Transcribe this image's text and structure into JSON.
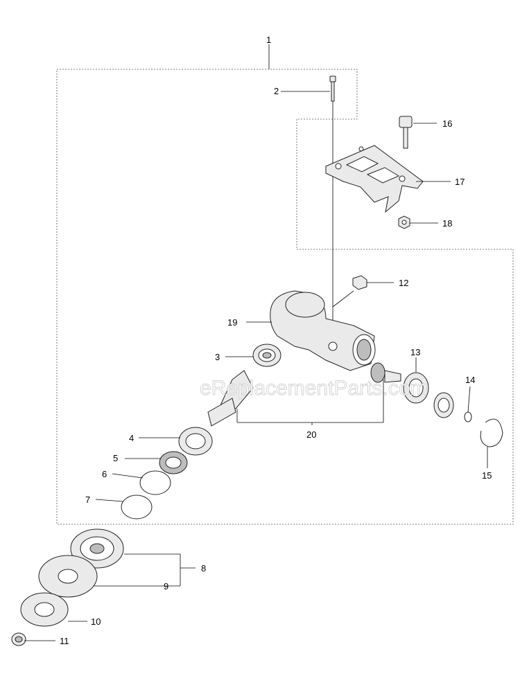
{
  "watermark": "eReplacementParts.com",
  "callouts": {
    "c1": "1",
    "c2": "2",
    "c3": "3",
    "c4": "4",
    "c5": "5",
    "c6": "6",
    "c7": "7",
    "c8": "8",
    "c9": "9",
    "c10": "10",
    "c11": "11",
    "c12": "12",
    "c13": "13",
    "c14": "14",
    "c15": "15",
    "c16": "16",
    "c17": "17",
    "c18": "18",
    "c19": "19",
    "c20": "20"
  }
}
